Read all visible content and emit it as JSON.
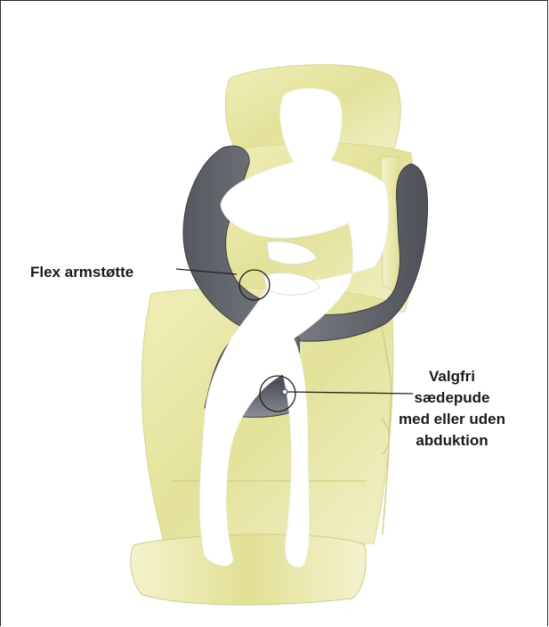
{
  "labels": {
    "armrest": "Flex armstøtte",
    "seat_cushion_lines": [
      "Valgfri",
      "sædepude",
      "med eller uden",
      "abduktion"
    ]
  },
  "colors": {
    "upholstery": "#e8e6a0",
    "cushion": "#5a5d66",
    "silhouette": "#ffffff",
    "callout": "#222222",
    "frame": "#2b2b2b"
  }
}
